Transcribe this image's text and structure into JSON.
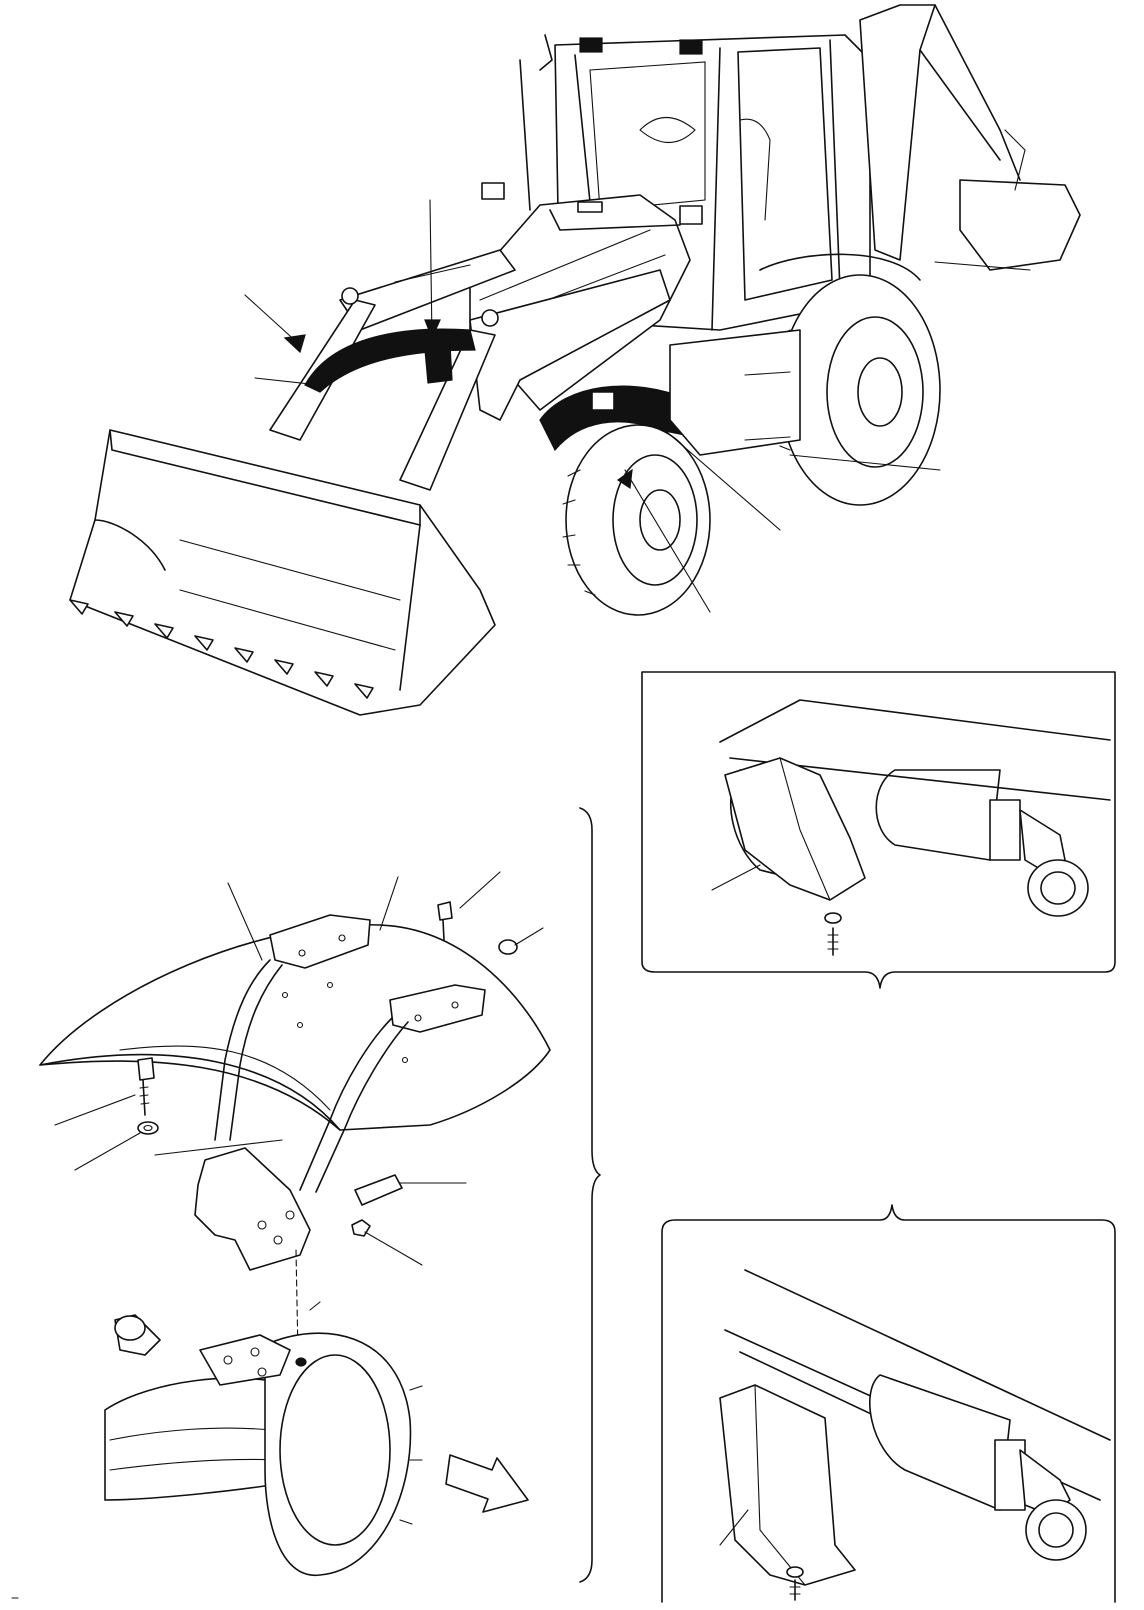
{
  "figure": {
    "views": [
      {
        "name": "machine-overview",
        "description_label": ""
      },
      {
        "name": "front-fender-exploded",
        "description_label": ""
      },
      {
        "name": "cylinder-guard-detail-top",
        "description_label": ""
      },
      {
        "name": "cylinder-guard-detail-bottom",
        "description_label": ""
      }
    ],
    "icons": [
      "direction-arrow-icon",
      "leader-arrow-icon"
    ]
  }
}
